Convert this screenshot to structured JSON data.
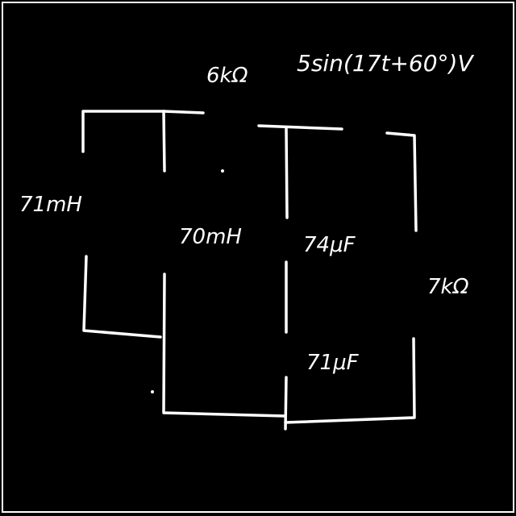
{
  "labels": {
    "resistor_top": "6kΩ",
    "source": "5sin(17t+60°)V",
    "inductor_left": "71mH",
    "inductor_mid": "70mH",
    "capacitor_upper": "74μF",
    "capacitor_lower": "71μF",
    "resistor_right": "7kΩ"
  }
}
